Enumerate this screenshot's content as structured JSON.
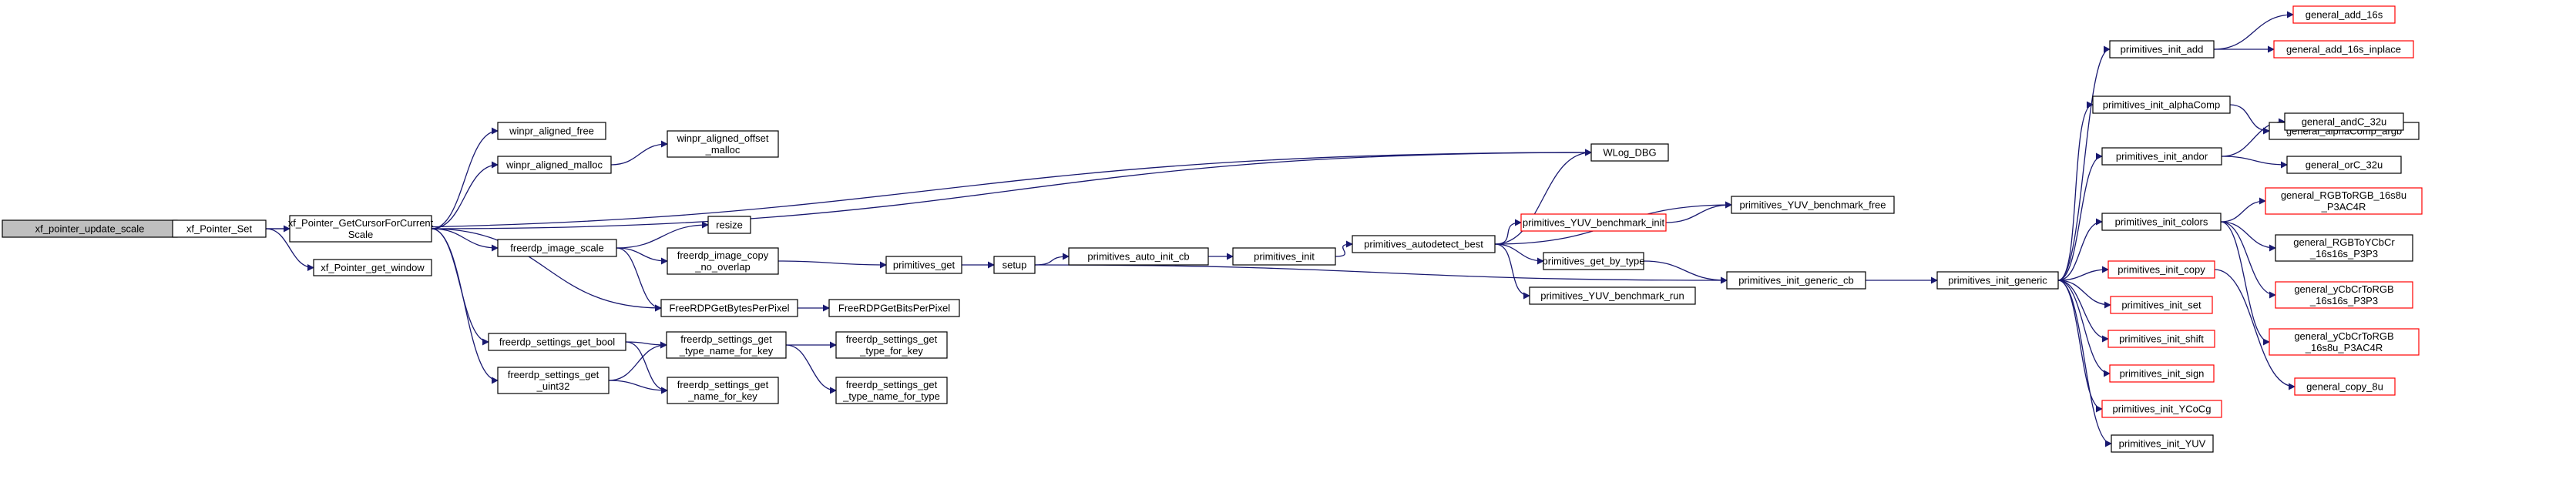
{
  "graph": {
    "colors": {
      "edge": "#191970",
      "node_border": "#000000",
      "incomplete_border": "#ff0000",
      "root_fill": "#bfbfbf"
    },
    "nodes": [
      {
        "id": "n0",
        "lines": [
          "xf_pointer_update_scale"
        ],
        "style": "root"
      },
      {
        "id": "n1",
        "lines": [
          "xf_Pointer_Set"
        ]
      },
      {
        "id": "n2",
        "lines": [
          "xf_Pointer_GetCursorForCurrent",
          "Scale"
        ]
      },
      {
        "id": "n3",
        "lines": [
          "xf_Pointer_get_window"
        ]
      },
      {
        "id": "n4",
        "lines": [
          "WLog_DBG"
        ]
      },
      {
        "id": "n5",
        "lines": [
          "winpr_aligned_free"
        ]
      },
      {
        "id": "n6",
        "lines": [
          "winpr_aligned_malloc"
        ]
      },
      {
        "id": "n7",
        "lines": [
          "winpr_aligned_offset",
          "_malloc"
        ]
      },
      {
        "id": "n8",
        "lines": [
          "freerdp_image_scale"
        ]
      },
      {
        "id": "n9",
        "lines": [
          "resize"
        ]
      },
      {
        "id": "n10",
        "lines": [
          "freerdp_image_copy",
          "_no_overlap"
        ]
      },
      {
        "id": "n11",
        "lines": [
          "primitives_get"
        ]
      },
      {
        "id": "n12",
        "lines": [
          "setup"
        ]
      },
      {
        "id": "n13",
        "lines": [
          "primitives_auto_init_cb"
        ]
      },
      {
        "id": "n14",
        "lines": [
          "primitives_init"
        ]
      },
      {
        "id": "n15",
        "lines": [
          "primitives_autodetect_best"
        ]
      },
      {
        "id": "n16",
        "lines": [
          "primitives_YUV_benchmark_init"
        ],
        "style": "red"
      },
      {
        "id": "n17",
        "lines": [
          "primitives_YUV_benchmark_free"
        ]
      },
      {
        "id": "n18",
        "lines": [
          "primitives_get_by_type"
        ]
      },
      {
        "id": "n19",
        "lines": [
          "primitives_YUV_benchmark_run"
        ]
      },
      {
        "id": "n20",
        "lines": [
          "primitives_init_generic_cb"
        ]
      },
      {
        "id": "n21",
        "lines": [
          "primitives_init_generic"
        ]
      },
      {
        "id": "n22",
        "lines": [
          "FreeRDPGetBytesPerPixel"
        ]
      },
      {
        "id": "n23",
        "lines": [
          "FreeRDPGetBitsPerPixel"
        ]
      },
      {
        "id": "n24",
        "lines": [
          "freerdp_settings_get_bool"
        ]
      },
      {
        "id": "n25",
        "lines": [
          "freerdp_settings_get",
          "_uint32"
        ]
      },
      {
        "id": "n26",
        "lines": [
          "freerdp_settings_get",
          "_type_name_for_key"
        ]
      },
      {
        "id": "n27",
        "lines": [
          "freerdp_settings_get",
          "_name_for_key"
        ]
      },
      {
        "id": "n28",
        "lines": [
          "freerdp_settings_get",
          "_type_for_key"
        ]
      },
      {
        "id": "n29",
        "lines": [
          "freerdp_settings_get",
          "_type_name_for_type"
        ]
      },
      {
        "id": "n30",
        "lines": [
          "primitives_init_add"
        ]
      },
      {
        "id": "n31",
        "lines": [
          "general_add_16s"
        ],
        "style": "red"
      },
      {
        "id": "n32",
        "lines": [
          "general_add_16s_inplace"
        ],
        "style": "red"
      },
      {
        "id": "n33",
        "lines": [
          "primitives_init_alphaComp"
        ]
      },
      {
        "id": "n34",
        "lines": [
          "general_alphaComp_argb"
        ]
      },
      {
        "id": "n35",
        "lines": [
          "primitives_init_andor"
        ]
      },
      {
        "id": "n36",
        "lines": [
          "general_andC_32u"
        ]
      },
      {
        "id": "n37",
        "lines": [
          "general_orC_32u"
        ]
      },
      {
        "id": "n38",
        "lines": [
          "primitives_init_colors"
        ]
      },
      {
        "id": "n39",
        "lines": [
          "general_RGBToRGB_16s8u",
          "_P3AC4R"
        ],
        "style": "red"
      },
      {
        "id": "n40",
        "lines": [
          "general_RGBToYCbCr",
          "_16s16s_P3P3"
        ]
      },
      {
        "id": "n41",
        "lines": [
          "general_yCbCrToRGB",
          "_16s16s_P3P3"
        ],
        "style": "red"
      },
      {
        "id": "n42",
        "lines": [
          "general_yCbCrToRGB",
          "_16s8u_P3AC4R"
        ],
        "style": "red"
      },
      {
        "id": "n43",
        "lines": [
          "primitives_init_copy"
        ],
        "style": "red"
      },
      {
        "id": "n44",
        "lines": [
          "general_copy_8u"
        ],
        "style": "red"
      },
      {
        "id": "n45",
        "lines": [
          "primitives_init_set"
        ],
        "style": "red"
      },
      {
        "id": "n46",
        "lines": [
          "primitives_init_shift"
        ],
        "style": "red"
      },
      {
        "id": "n47",
        "lines": [
          "primitives_init_sign"
        ],
        "style": "red"
      },
      {
        "id": "n48",
        "lines": [
          "primitives_init_YCoCg"
        ],
        "style": "red"
      },
      {
        "id": "n49",
        "lines": [
          "primitives_init_YUV"
        ]
      }
    ],
    "edges": [
      [
        "n0",
        "n1"
      ],
      [
        "n1",
        "n2"
      ],
      [
        "n1",
        "n3"
      ],
      [
        "n1",
        "n4"
      ],
      [
        "n2",
        "n4"
      ],
      [
        "n2",
        "n5"
      ],
      [
        "n2",
        "n6"
      ],
      [
        "n2",
        "n8"
      ],
      [
        "n2",
        "n22"
      ],
      [
        "n2",
        "n24"
      ],
      [
        "n2",
        "n25"
      ],
      [
        "n6",
        "n7"
      ],
      [
        "n8",
        "n9"
      ],
      [
        "n8",
        "n10"
      ],
      [
        "n8",
        "n22"
      ],
      [
        "n10",
        "n11"
      ],
      [
        "n11",
        "n12"
      ],
      [
        "n12",
        "n13"
      ],
      [
        "n12",
        "n20"
      ],
      [
        "n13",
        "n14"
      ],
      [
        "n14",
        "n15"
      ],
      [
        "n15",
        "n4"
      ],
      [
        "n15",
        "n16"
      ],
      [
        "n15",
        "n17"
      ],
      [
        "n15",
        "n18"
      ],
      [
        "n15",
        "n19"
      ],
      [
        "n16",
        "n17"
      ],
      [
        "n18",
        "n20"
      ],
      [
        "n20",
        "n21"
      ],
      [
        "n22",
        "n23"
      ],
      [
        "n24",
        "n26"
      ],
      [
        "n24",
        "n27"
      ],
      [
        "n25",
        "n26"
      ],
      [
        "n25",
        "n27"
      ],
      [
        "n26",
        "n28"
      ],
      [
        "n26",
        "n29"
      ],
      [
        "n21",
        "n30"
      ],
      [
        "n21",
        "n33"
      ],
      [
        "n21",
        "n35"
      ],
      [
        "n21",
        "n38"
      ],
      [
        "n21",
        "n43"
      ],
      [
        "n21",
        "n45"
      ],
      [
        "n21",
        "n46"
      ],
      [
        "n21",
        "n47"
      ],
      [
        "n21",
        "n48"
      ],
      [
        "n21",
        "n49"
      ],
      [
        "n30",
        "n31"
      ],
      [
        "n30",
        "n32"
      ],
      [
        "n33",
        "n34"
      ],
      [
        "n35",
        "n36"
      ],
      [
        "n35",
        "n37"
      ],
      [
        "n38",
        "n39"
      ],
      [
        "n38",
        "n40"
      ],
      [
        "n38",
        "n41"
      ],
      [
        "n38",
        "n42"
      ],
      [
        "n43",
        "n44"
      ]
    ]
  }
}
